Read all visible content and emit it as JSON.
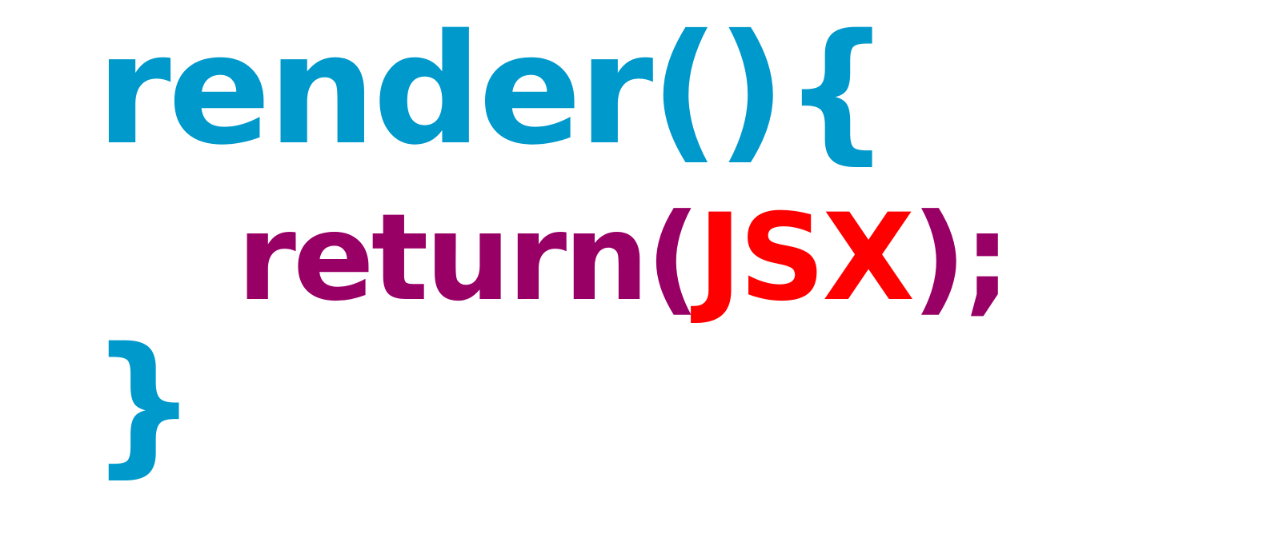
{
  "code": {
    "render_keyword": "render",
    "render_parens": "()",
    "open_brace": "{",
    "return_keyword": "return",
    "return_open_paren": "(",
    "jsx_text": "JSX",
    "return_close": ");",
    "close_brace": "}"
  },
  "colors": {
    "function": "#0099cc",
    "keyword": "#990066",
    "jsx": "#ff0000",
    "background": "#ffffff"
  }
}
